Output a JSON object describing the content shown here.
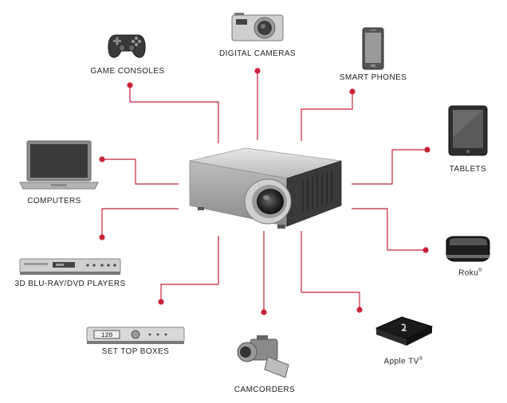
{
  "devices": {
    "game_consoles": "GAME CONSOLES",
    "digital_cameras": "DIGITAL CAMERAS",
    "smart_phones": "SMART PHONES",
    "tablets": "TABLETS",
    "computers": "COMPUTERS",
    "bluray": "3D BLU-RAY/DVD PLAYERS",
    "roku": "Roku",
    "roku_mark": "®",
    "set_top_boxes": "SET TOP BOXES",
    "apple_tv": "Apple TV",
    "apple_tv_mark": "®",
    "camcorders": "CAMCORDERS"
  },
  "set_top_box_display": "120",
  "colors": {
    "connector": "#c8233a",
    "label": "#222222"
  }
}
